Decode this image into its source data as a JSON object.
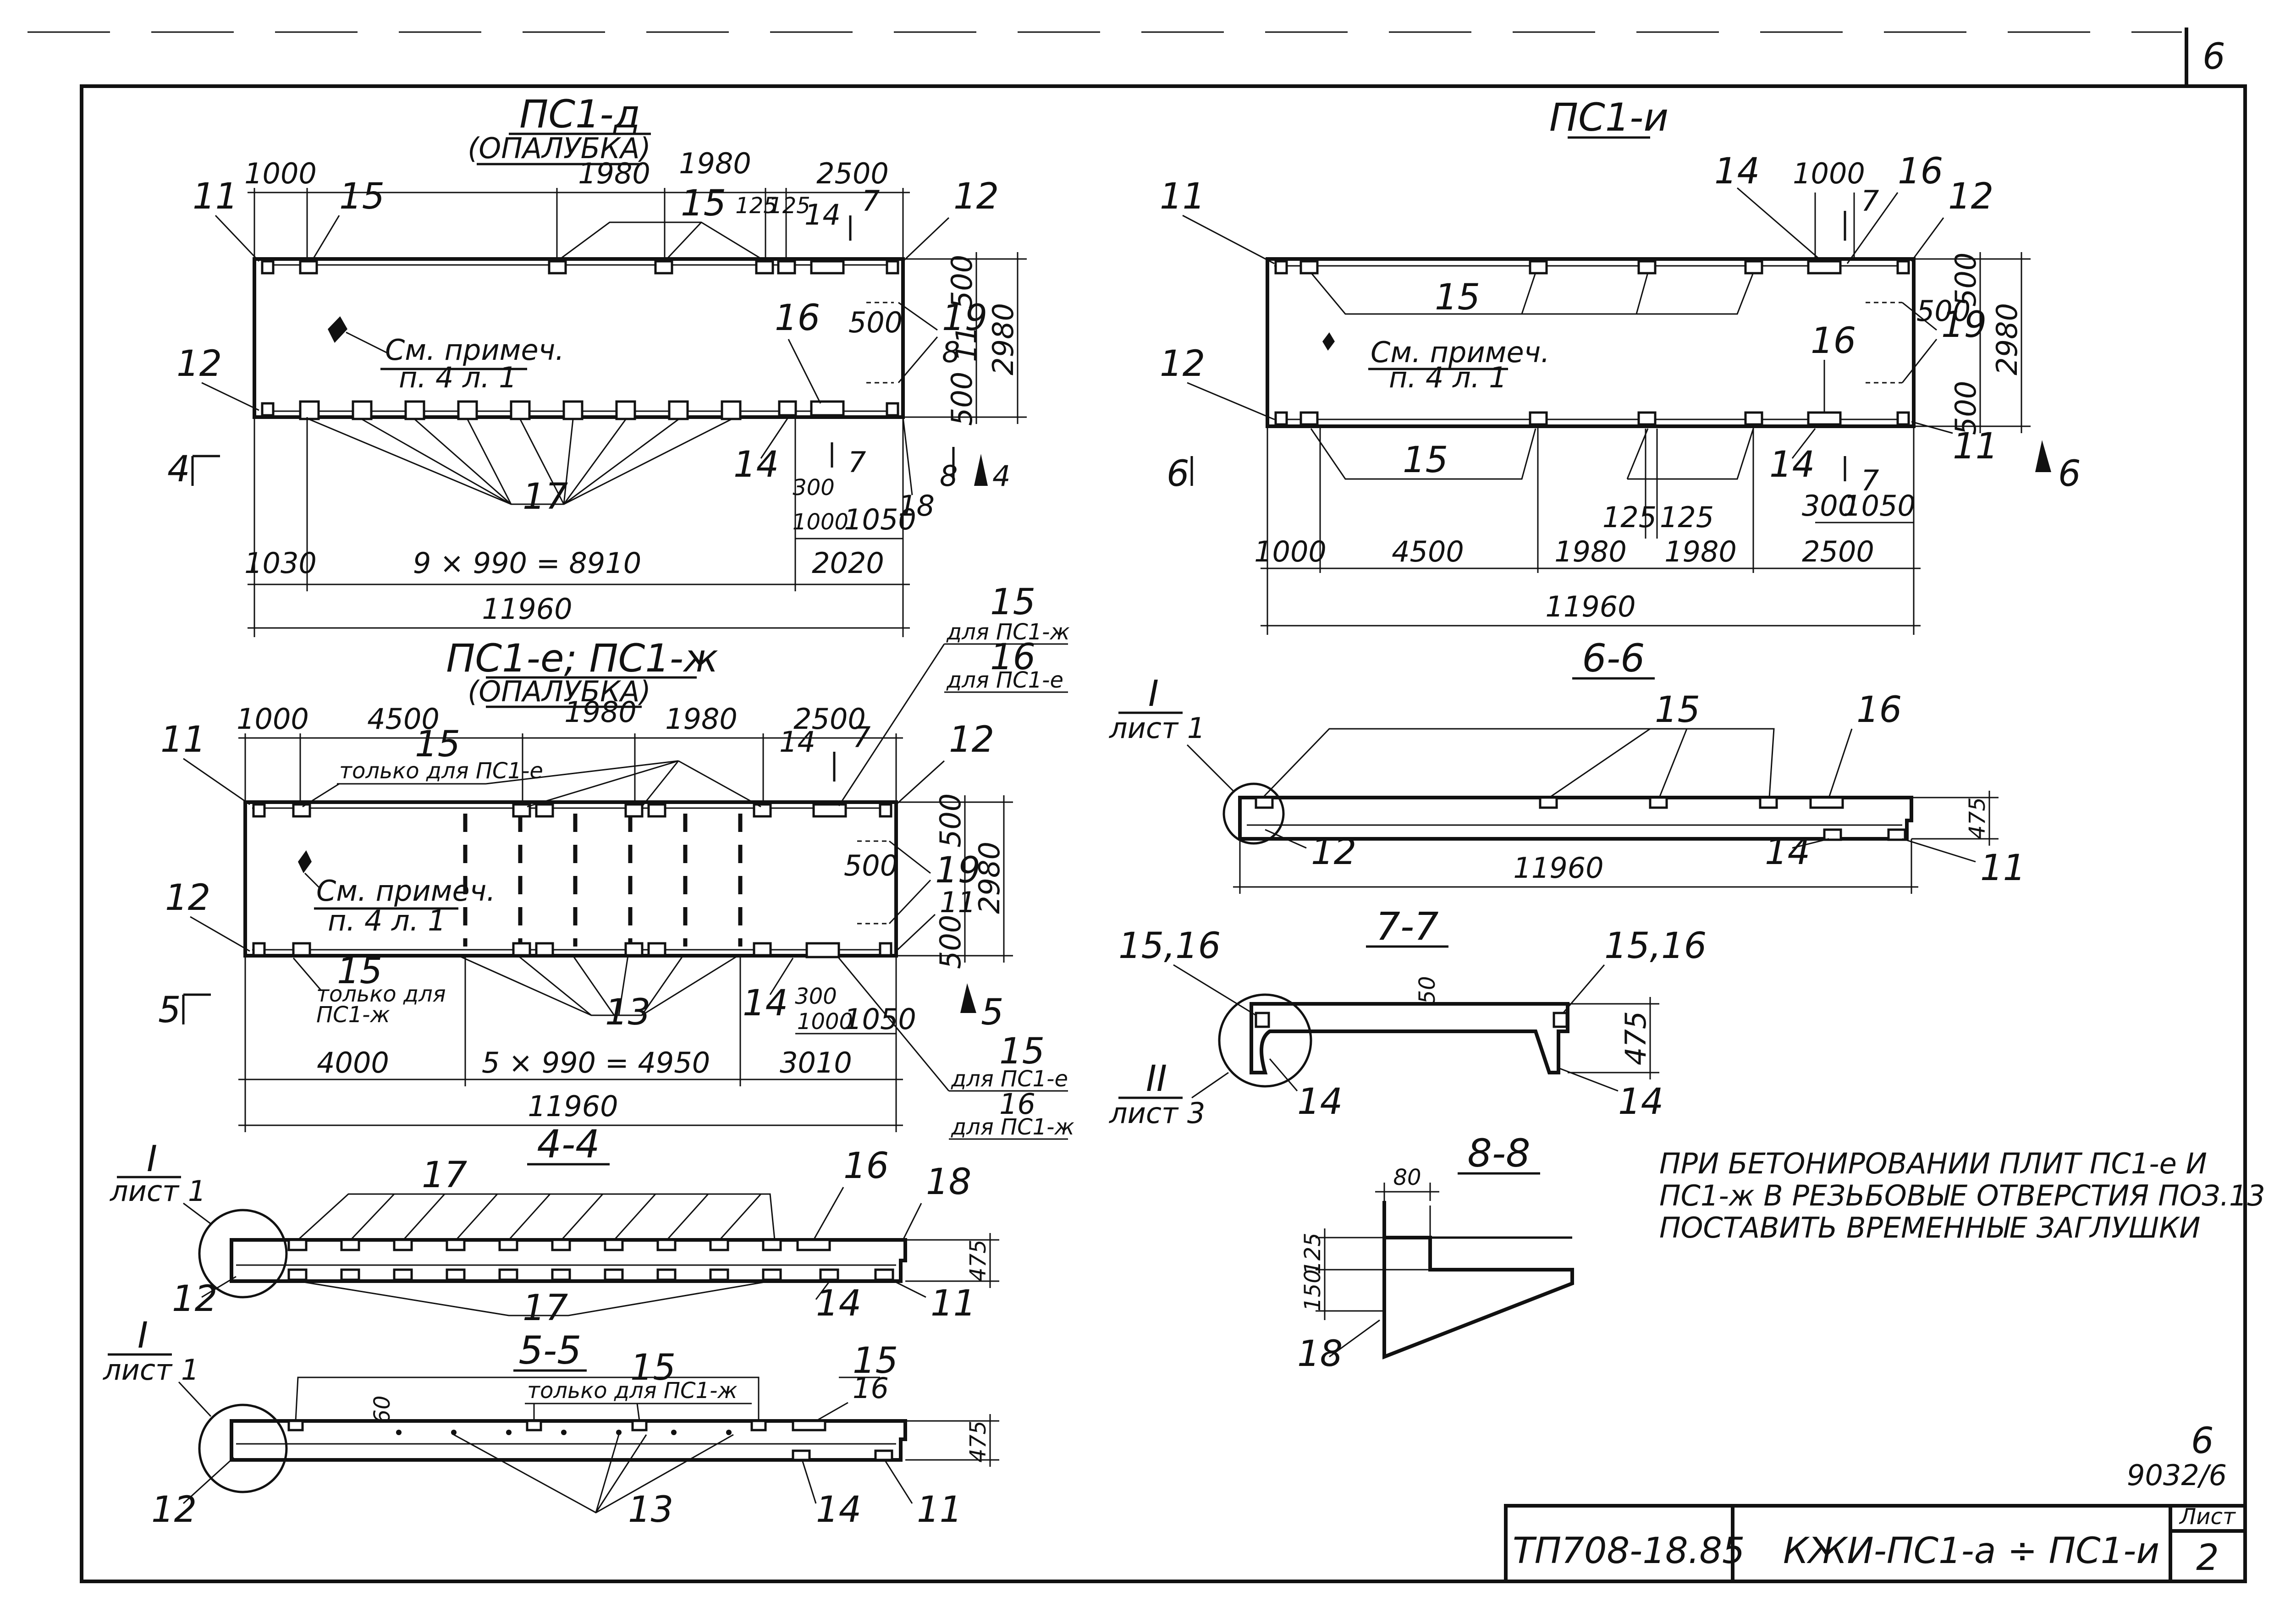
{
  "sheet_corner_number": "6",
  "views": {
    "a": {
      "title": "ПС1-д",
      "subtitle": "(ОПАЛУБКА)",
      "note": "См. примеч.",
      "note_ref": "п. 4 л. 1",
      "dims_top": [
        "1000",
        "1980",
        "1980",
        "2500",
        "125",
        "125"
      ],
      "dims_right": [
        "500",
        "500",
        "500",
        "2980"
      ],
      "dims_bottom": [
        "1030",
        "9 × 990 = 8910",
        "2020",
        "300",
        "1000",
        "1050"
      ],
      "overall": "11960",
      "callouts": {
        "c11": "11",
        "c12": "12",
        "c14": "14",
        "c15": "15",
        "c16": "16",
        "c17": "17",
        "c18": "18",
        "c19": "19"
      },
      "cuts": {
        "s4": "4",
        "s7": "7",
        "s8": "8"
      }
    },
    "b": {
      "title": "ПС1-и",
      "note": "См. примеч.",
      "note_ref": "п. 4 л. 1",
      "dims_top": [
        "1000",
        "125",
        "125"
      ],
      "dims_right": [
        "500",
        "500",
        "500",
        "2980"
      ],
      "dims_bottom": [
        "1000",
        "4500",
        "1980",
        "1980",
        "2500",
        "300",
        "1050"
      ],
      "overall": "11960",
      "callouts": {
        "c11": "11",
        "c12": "12",
        "c14": "14",
        "c15": "15",
        "c16": "16",
        "c19": "19"
      },
      "cuts": {
        "s6": "6",
        "s7": "7"
      }
    },
    "c": {
      "title": "ПС1-е; ПС1-ж",
      "subtitle": "(ОПАЛУБКА)",
      "note": "См. примеч.",
      "note_ref": "п. 4 л. 1",
      "label_only_e": "только для ПС1-е",
      "label_only_zh_1": "только для",
      "label_only_zh_2": "ПС1-ж",
      "dims_top": [
        "1000",
        "4500",
        "1980",
        "1980",
        "2500"
      ],
      "dims_right": [
        "500",
        "500",
        "500",
        "2980"
      ],
      "dims_bottom": [
        "4000",
        "5 × 990 = 4950",
        "3010",
        "300",
        "1000",
        "1050"
      ],
      "overall": "11960",
      "right_labels": {
        "n15": "15",
        "for_zh": "для ПС1-ж",
        "n16": "16",
        "for_e": "для ПС1-е"
      },
      "right_labels_bottom": {
        "n15": "15",
        "for_e": "для ПС1-е",
        "n16": "16",
        "for_zh": "для ПС1-ж"
      },
      "callouts": {
        "c11": "11",
        "c12": "12",
        "c13": "13",
        "c14": "14",
        "c15": "15",
        "c19": "19"
      },
      "cuts": {
        "s5": "5",
        "s7": "7"
      }
    },
    "s66": {
      "title": "6-6",
      "ref_num": "I",
      "ref_sheet": "лист 1",
      "height": "475",
      "overall": "11960",
      "callouts": {
        "c11": "11",
        "c12": "12",
        "c14": "14",
        "c15": "15",
        "c16": "16"
      }
    },
    "s77": {
      "title": "7-7",
      "ref_num": "II",
      "ref_sheet": "лист 3",
      "height": "475",
      "dim50": "50",
      "callouts": {
        "left": "15,16",
        "right": "15,16",
        "c14": "14"
      }
    },
    "s44": {
      "title": "4-4",
      "ref_num": "I",
      "ref_sheet": "лист 1",
      "height": "475",
      "callouts": {
        "c11": "11",
        "c12": "12",
        "c14": "14",
        "c16": "16",
        "c17": "17",
        "c18": "18"
      }
    },
    "s55": {
      "title": "5-5",
      "ref_num": "I",
      "ref_sheet": "лист 1",
      "label_only_zh": "только для ПС1-ж",
      "height": "475",
      "dim60": "60",
      "callouts": {
        "c11": "11",
        "c12": "12",
        "c13": "13",
        "c14": "14",
        "c15": "15",
        "c16": "16"
      }
    },
    "s88": {
      "title": "8-8",
      "dims": [
        "80",
        "125",
        "150"
      ],
      "callout": "18"
    }
  },
  "notes": [
    "ПРИ БЕТОНИРОВАНИИ ПЛИТ ПС1-е И",
    "ПС1-ж В РЕЗЬБОВЫЕ ОТВЕРСТИЯ ПОЗ.13",
    "ПОСТАВИТЬ ВРЕМЕННЫЕ ЗАГЛУШКИ"
  ],
  "marginal_number": "6",
  "archive_number": "9032/6",
  "title_block": {
    "code": "ТП708-18.85",
    "designation": "КЖИ-ПС1-а ÷ ПС1-и",
    "sheet_label": "Лист",
    "sheet_number": "2"
  }
}
